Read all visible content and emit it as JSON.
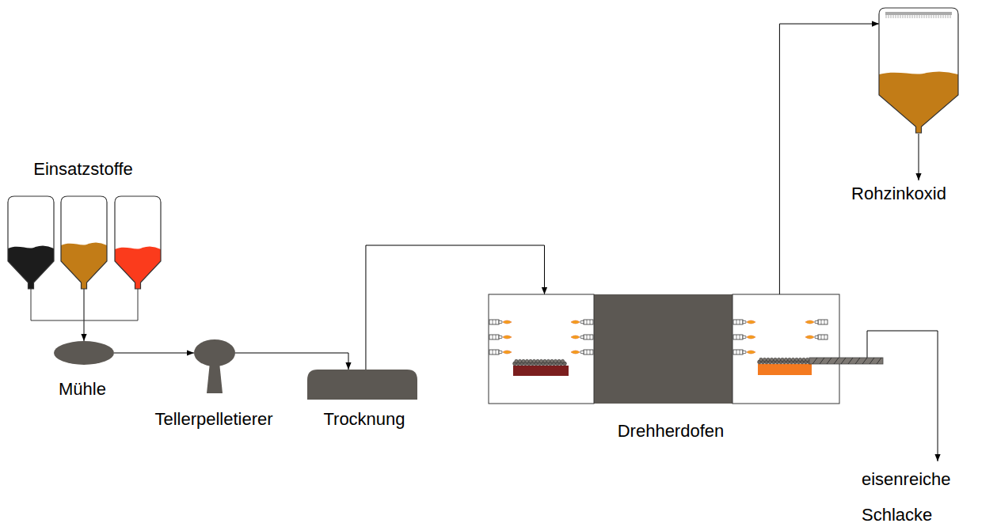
{
  "diagram": {
    "nodes": [
      {
        "text": [
          "Einsatzstoffe"
        ]
      },
      {
        "text": [
          "Mühle"
        ]
      },
      {
        "text": [
          "Tellerpelletierer"
        ]
      },
      {
        "text": [
          "Trocknung"
        ]
      },
      {
        "text": [
          "Drehherdofen"
        ]
      },
      {
        "text": [
          "Rohzinkoxid"
        ]
      },
      {
        "text": [
          "eisenreiche Schlacke"
        ]
      }
    ],
    "edges": [
      {
        "from": 0,
        "to": 1,
        "arrow": "to"
      },
      {
        "from": 1,
        "to": 2,
        "arrow": "to"
      },
      {
        "from": 2,
        "to": 3,
        "arrow": "to"
      },
      {
        "from": 3,
        "to": 4,
        "arrow": "to"
      },
      {
        "from": 4,
        "to": 5,
        "arrow": "to"
      },
      {
        "from": 4,
        "to": 6,
        "arrow": "to"
      }
    ]
  }
}
